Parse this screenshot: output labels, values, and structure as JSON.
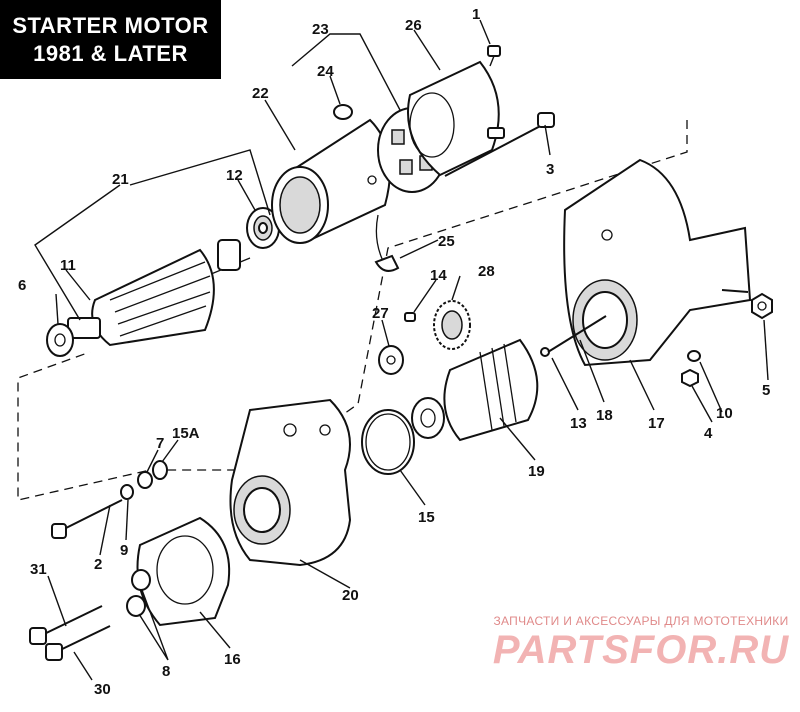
{
  "title": {
    "line1": "STARTER MOTOR",
    "line2": "1981 & LATER"
  },
  "callouts": [
    "1",
    "2",
    "3",
    "4",
    "5",
    "6",
    "7",
    "8",
    "9",
    "10",
    "11",
    "12",
    "13",
    "14",
    "15",
    "15A",
    "16",
    "17",
    "18",
    "19",
    "20",
    "21",
    "22",
    "23",
    "24",
    "25",
    "26",
    "27",
    "28",
    "30",
    "31"
  ],
  "watermark": {
    "tagline": "ЗАПЧАСТИ И АКСЕССУАРЫ ДЛЯ МОТОТЕХНИКИ",
    "logo": "PARTSFOR.RU"
  },
  "colors": {
    "title_bg": "#000000",
    "title_text": "#ffffff",
    "line_art": "#111111",
    "watermark": "#f2b3b3"
  }
}
